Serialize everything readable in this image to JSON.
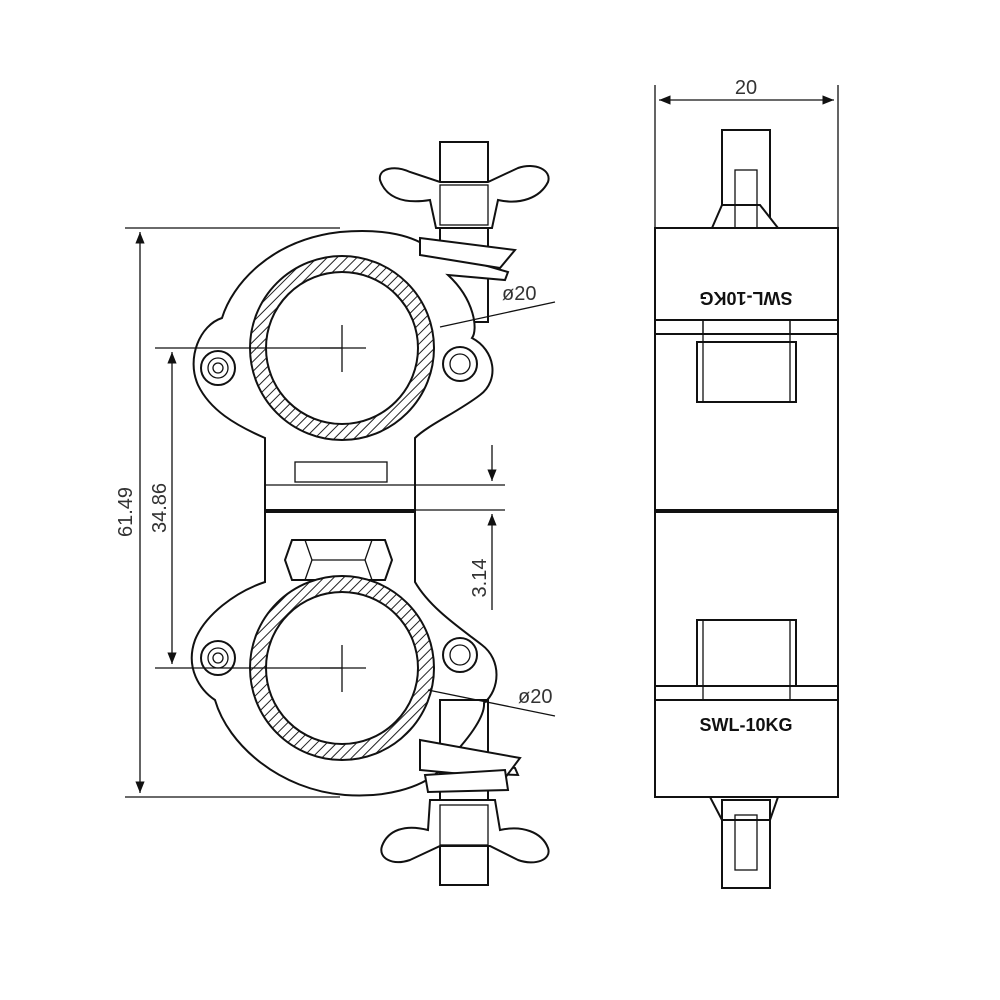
{
  "dimensions": {
    "overall_height": "61.49",
    "center_distance": "34.86",
    "gap": "3.14",
    "tube_diameter_top": "ø20",
    "tube_diameter_bottom": "ø20",
    "width": "20"
  },
  "labels": {
    "swl_top": "SWL-10KG",
    "swl_bottom": "SWL-10KG"
  }
}
